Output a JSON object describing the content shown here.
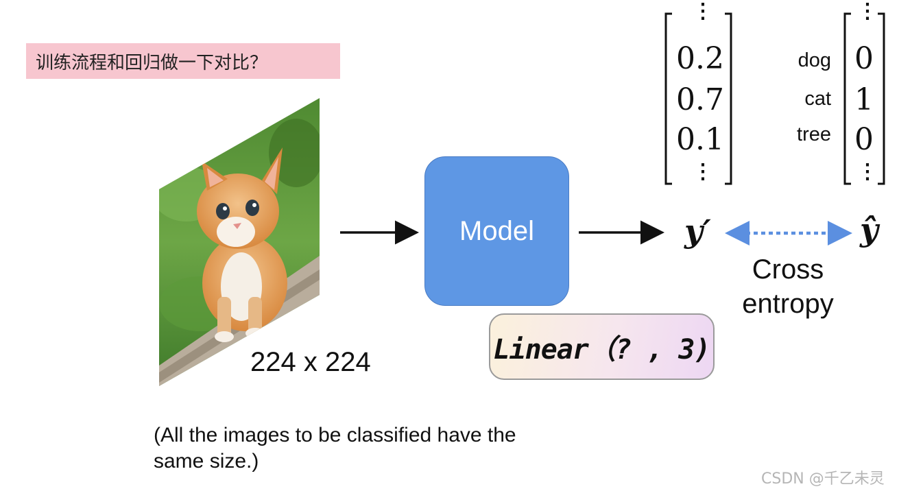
{
  "banner": {
    "text": "训练流程和回归做一下对比？"
  },
  "input": {
    "size_label": "224 x 224"
  },
  "model": {
    "label": "Model",
    "color": "#5e97e4"
  },
  "linear": {
    "label": "Linear（? , 3)"
  },
  "prediction": {
    "symbol": "y′",
    "values": [
      "0.2",
      "0.7",
      "0.1"
    ],
    "continuation": "⋮"
  },
  "target": {
    "symbol": "ŷ",
    "classes": [
      {
        "name": "dog",
        "value": "0"
      },
      {
        "name": "cat",
        "value": "1"
      },
      {
        "name": "tree",
        "value": "0"
      }
    ],
    "continuation": "⋮"
  },
  "loss": {
    "line1": "Cross",
    "line2": "entropy",
    "arrow_color": "#5b8fe0"
  },
  "note": {
    "line1": "(All the images to be classified have the",
    "line2": "same size.)"
  },
  "watermark": "CSDN @千乙未灵",
  "icons": {
    "cat_photo": "kitten-photo",
    "flow_arrows": "arrow-right-icon",
    "loss_arrow": "double-arrow-icon"
  }
}
